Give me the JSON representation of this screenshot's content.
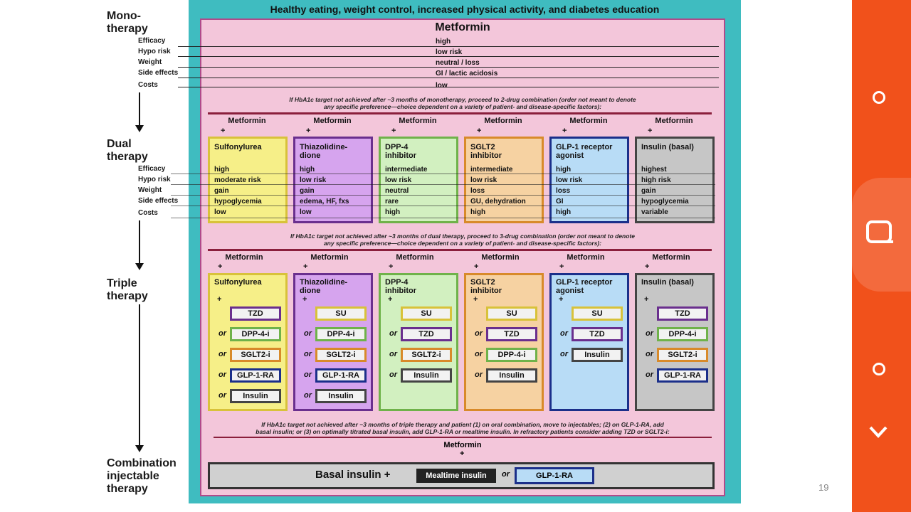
{
  "stages": {
    "mono": [
      "Mono-",
      "therapy"
    ],
    "dual": [
      "Dual",
      "therapy"
    ],
    "triple": [
      "Triple",
      "therapy"
    ],
    "combo": [
      "Combination",
      "injectable",
      "therapy"
    ]
  },
  "row_labels": [
    "Efficacy",
    "Hypo risk",
    "Weight",
    "Side effects",
    "Costs"
  ],
  "banner": "Healthy eating, weight control, increased physical activity, and diabetes education",
  "mono": {
    "title": "Metformin",
    "values": [
      "high",
      "low risk",
      "neutral / loss",
      "GI / lactic acidosis",
      "low"
    ]
  },
  "note1": [
    "If HbA1c target not achieved after ~3 months of monotherapy, proceed to 2-drug combination (order not meant to denote",
    "any specific preference—choice dependent on a variety of patient- and disease-specific factors):"
  ],
  "note2": [
    "If HbA1c target not achieved after ~3 months of dual therapy, proceed to 3-drug combination (order not meant to denote",
    "any specific preference—choice dependent on a variety of patient- and disease-specific factors):"
  ],
  "note3": [
    "If HbA1c target not achieved after ~3 months of triple therapy and patient (1) on oral combination, move to injectables; (2) on GLP-1-RA, add",
    "basal insulin; or (3) on optimally titrated basal insulin, add GLP-1-RA or mealtime insulin. In refractory patients consider adding TZD or SGLT2-i:"
  ],
  "metformin_label": "Metformin",
  "plus": "+",
  "or_label": "or",
  "dual": [
    {
      "title": [
        "Sulfonylurea",
        ""
      ],
      "values": [
        "high",
        "moderate risk",
        "gain",
        "hypoglycemia",
        "low"
      ],
      "color": "#f6ef88",
      "border": "#d8c23a"
    },
    {
      "title": [
        "Thiazolidine-",
        "dione"
      ],
      "values": [
        "high",
        "low risk",
        "gain",
        "edema, HF, fxs",
        "low"
      ],
      "color": "#d6a4ee",
      "border": "#6a2f8e"
    },
    {
      "title": [
        "DPP-4",
        "inhibitor"
      ],
      "values": [
        "intermediate",
        "low risk",
        "neutral",
        "rare",
        "high"
      ],
      "color": "#d2f0c0",
      "border": "#6fb24a"
    },
    {
      "title": [
        "SGLT2",
        "inhibitor"
      ],
      "values": [
        "intermediate",
        "low risk",
        "loss",
        "GU, dehydration",
        "high"
      ],
      "color": "#f6d2a2",
      "border": "#d88a2a"
    },
    {
      "title": [
        "GLP-1 receptor",
        "agonist"
      ],
      "values": [
        "high",
        "low risk",
        "loss",
        "GI",
        "high"
      ],
      "color": "#b8dcf6",
      "border": "#1b2f8a"
    },
    {
      "title": [
        "Insulin (basal)",
        ""
      ],
      "values": [
        "highest",
        "high risk",
        "gain",
        "hypoglycemia",
        "variable"
      ],
      "color": "#c6c6c6",
      "border": "#444444"
    }
  ],
  "triple": [
    {
      "title": [
        "Sulfonylurea",
        ""
      ],
      "drugs": [
        "TZD",
        "DPP-4-i",
        "SGLT2-i",
        "GLP-1-RA",
        "Insulin"
      ]
    },
    {
      "title": [
        "Thiazolidine-",
        "dione"
      ],
      "drugs": [
        "SU",
        "DPP-4-i",
        "SGLT2-i",
        "GLP-1-RA",
        "Insulin"
      ]
    },
    {
      "title": [
        "DPP-4",
        "inhibitor"
      ],
      "drugs": [
        "SU",
        "TZD",
        "SGLT2-i",
        "Insulin"
      ]
    },
    {
      "title": [
        "SGLT2",
        "inhibitor"
      ],
      "drugs": [
        "SU",
        "TZD",
        "DPP-4-i",
        "Insulin"
      ]
    },
    {
      "title": [
        "GLP-1 receptor",
        "agonist"
      ],
      "drugs": [
        "SU",
        "TZD",
        "Insulin"
      ]
    },
    {
      "title": [
        "Insulin (basal)",
        ""
      ],
      "drugs": [
        "TZD",
        "DPP-4-i",
        "SGLT2-i",
        "GLP-1-RA"
      ]
    }
  ],
  "drug_colors": {
    "TZD": "#6a2f8e",
    "SU": "#d8c23a",
    "DPP-4-i": "#6fb24a",
    "SGLT2-i": "#d88a2a",
    "GLP-1-RA": "#1b2f8a",
    "Insulin": "#444444"
  },
  "combo": {
    "metformin": "Metformin",
    "basal": "Basal insulin +",
    "mealtime": "Mealtime insulin",
    "or": "or",
    "glp": "GLP-1-RA"
  },
  "side_panel": {
    "icons": [
      "circle-icon",
      "search-icon",
      "circle-icon",
      "chevron-down-icon"
    ]
  },
  "page_number": "19"
}
